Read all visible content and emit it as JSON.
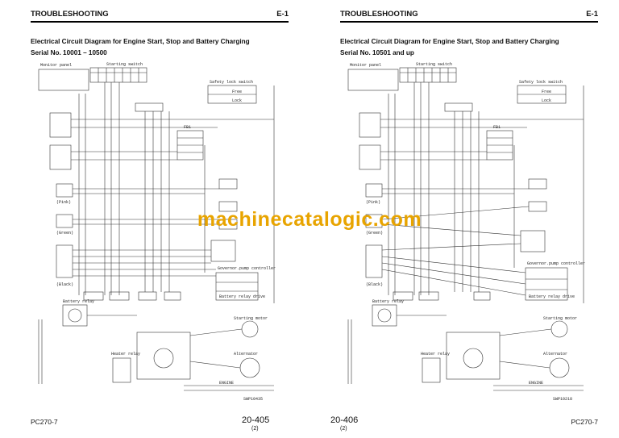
{
  "left_page": {
    "section": "TROUBLESHOOTING",
    "page_code": "E-1",
    "title": "Electrical Circuit Diagram for Engine Start, Stop and Battery Charging",
    "serial": "Serial No. 10001 – 10500",
    "model": "PC270-7",
    "page_number": "20-405",
    "revision": "(2)",
    "drawing_no": "SWP10435"
  },
  "right_page": {
    "section": "TROUBLESHOOTING",
    "page_code": "E-1",
    "title": "Electrical Circuit Diagram for Engine Start, Stop and Battery Charging",
    "serial": "Serial No. 10501 and up",
    "model": "PC270-7",
    "page_number": "20-406",
    "revision": "(2)",
    "drawing_no": "SWP10218"
  },
  "watermark": "machinecatalogic.com",
  "diagram_labels": {
    "monitor_panel": "Monitor panel",
    "starting_switch": "Starting switch",
    "safety_lock_switch": "Safety lock switch",
    "free": "Free",
    "lock": "Lock",
    "fuse_box": "FB1",
    "starting_motor": "Starting motor",
    "alternator": "Alternator",
    "battery_relay": "Battery relay",
    "heater_relay": "Heater relay",
    "engine": "ENGINE",
    "governor_controller": "Governor.pump controller",
    "battery_relay_drive": "Battery relay drive",
    "black": "(Black)",
    "pink": "(Pink)",
    "green": "(Green)"
  }
}
